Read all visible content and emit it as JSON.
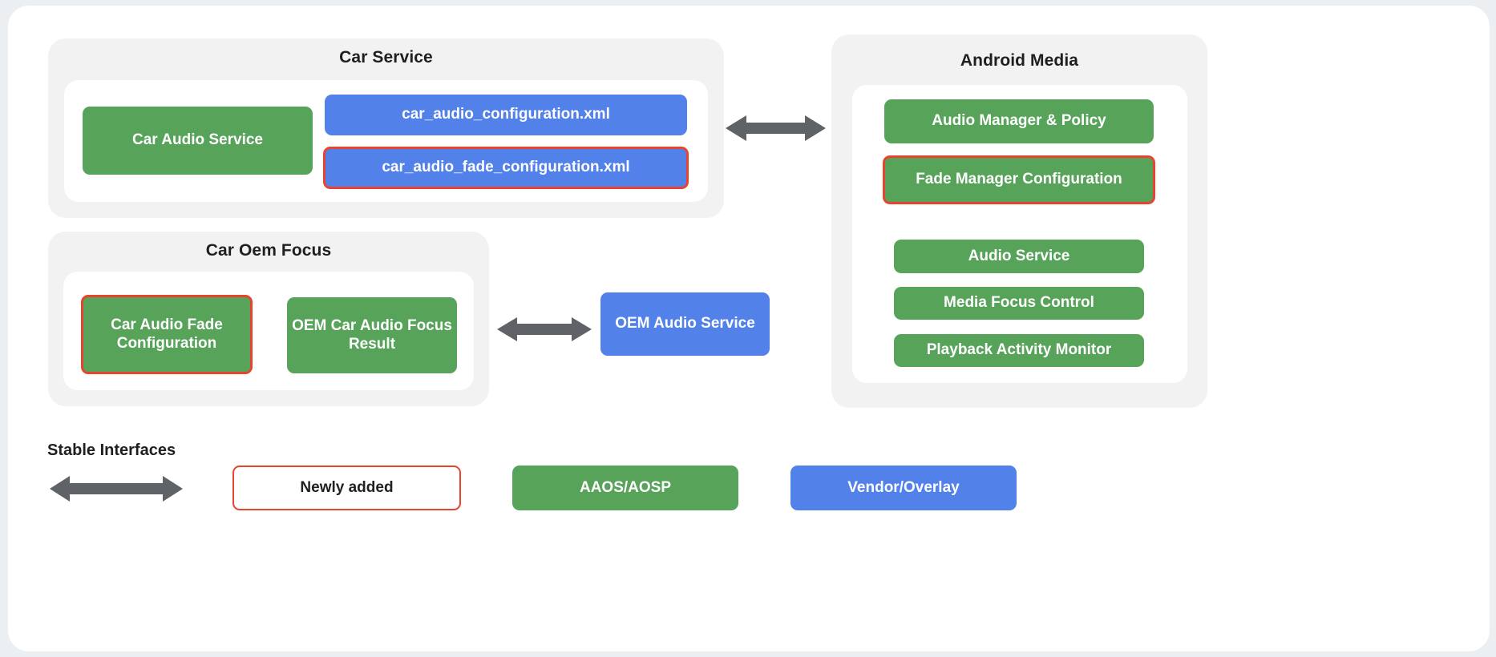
{
  "diagram": {
    "title_hidden": "",
    "colors": {
      "green": "#57a35a",
      "blue": "#5281ea",
      "highlight_red": "#e8432f",
      "panel_gray": "#f2f2f2",
      "arrow_gray": "#5f6368",
      "card_white": "#ffffff"
    },
    "groups": {
      "car_service": {
        "title": "Car Service",
        "boxes": {
          "car_audio_service": "Car Audio Service",
          "car_audio_configuration_xml": "car_audio_configuration.xml",
          "car_audio_fade_configuration_xml": "car_audio_fade_configuration.xml"
        }
      },
      "car_oem_focus": {
        "title": "Car Oem Focus",
        "boxes": {
          "car_audio_fade_configuration": "Car Audio Fade Configuration",
          "oem_car_audio_focus_result": "OEM Car Audio Focus Result"
        }
      },
      "android_media": {
        "title": "Android Media",
        "boxes": {
          "audio_manager_policy": "Audio Manager & Policy",
          "fade_manager_configuration": "Fade Manager Configuration",
          "audio_service": "Audio Service",
          "media_focus_control": "Media Focus Control",
          "playback_activity_monitor": "Playback Activity Monitor"
        }
      }
    },
    "standalone": {
      "oem_audio_service": "OEM Audio Service"
    },
    "legend": {
      "stable_interfaces_label": "Stable Interfaces",
      "newly_added": "Newly added",
      "aaos_aosp": "AAOS/AOSP",
      "vendor_overlay": "Vendor/Overlay"
    },
    "icons": {
      "double_arrow": "double-headed-arrow"
    }
  }
}
